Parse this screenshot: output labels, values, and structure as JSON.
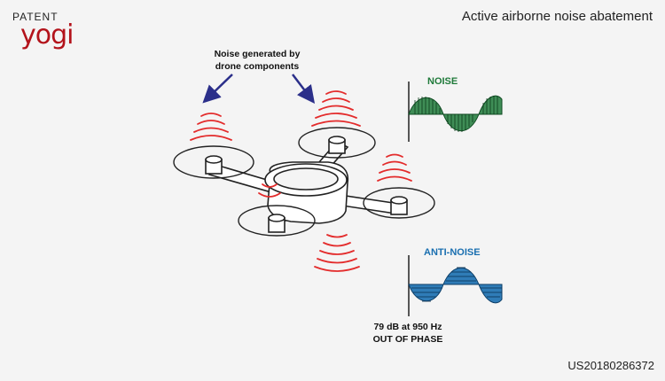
{
  "brand": {
    "top": "PATENT",
    "main": "yogi"
  },
  "title": "Active airborne noise abatement",
  "callout": {
    "line1": "Noise generated by",
    "line2": "drone components"
  },
  "labels": {
    "noise": "NOISE",
    "anti_noise": "ANTI-NOISE"
  },
  "caption": {
    "line1": "79 dB at 950 Hz",
    "line2": "OUT OF PHASE"
  },
  "patent_number": "US20180286372",
  "colors": {
    "noise": "#1f7a3a",
    "anti_noise": "#1a6fb0",
    "sound_waves": "#e32b2b",
    "arrows": "#2b2f8a",
    "brand": "#b3131b"
  }
}
